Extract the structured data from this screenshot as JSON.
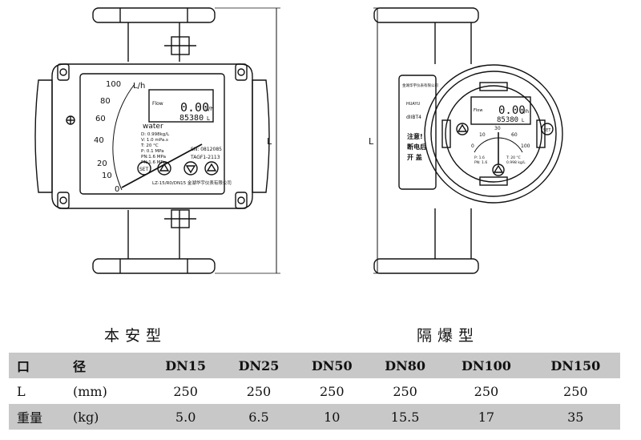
{
  "left_view": {
    "title": "本安型",
    "dial_ticks": [
      "100",
      "80",
      "60",
      "40",
      "20",
      "10",
      "0"
    ],
    "unit": "L/h",
    "lcd_rate": "0.00",
    "lcd_rate_unit": "L/h",
    "lcd_total": "85380",
    "lcd_total_unit": "L",
    "lcd_label": "Flow",
    "medium": "water",
    "params": [
      "D: 0.998kg/L",
      "V: 1.0  mPa.s",
      "T: 20  °C",
      "P: 0.1  MPa",
      "PN:1.6  MPa",
      "PN:1.6  MPa"
    ],
    "serial": "SN: 0812085",
    "tag": "TAGF1-2113",
    "model": "LZ-15/R0/DN15  金湖华宇仪表有限公司",
    "btn_set": "SET",
    "dim_label": "L"
  },
  "right_view": {
    "title": "隔爆型",
    "brand": "HUAYU",
    "nameplate_lines": [
      "金湖华宇仪表有限公司",
      "dIIBT4",
      "注意!",
      "断电后",
      "开  盖"
    ],
    "dial_ticks": [
      "0",
      "10",
      "30",
      "60",
      "100"
    ],
    "lcd_rate": "0.00",
    "lcd_rate_unit": "L/h",
    "lcd_total": "85380",
    "lcd_total_unit": "L",
    "lcd_label": "Flow",
    "params": [
      "P: 1.6",
      "PN: 1.6",
      "T: 20 °C",
      "0.998 kg/L"
    ],
    "btn_set": "SET",
    "dim_label": "L"
  },
  "spec_table": {
    "headers": [
      "口",
      "径",
      "DN15",
      "DN25",
      "DN50",
      "DN80",
      "DN100",
      "DN150"
    ],
    "rows": [
      {
        "label": "L",
        "unit": "(mm)",
        "values": [
          "250",
          "250",
          "250",
          "250",
          "250",
          "250"
        ]
      },
      {
        "label": "重量",
        "unit": "(kg)",
        "values": [
          "5.0",
          "6.5",
          "10",
          "15.5",
          "17",
          "35"
        ]
      }
    ]
  }
}
